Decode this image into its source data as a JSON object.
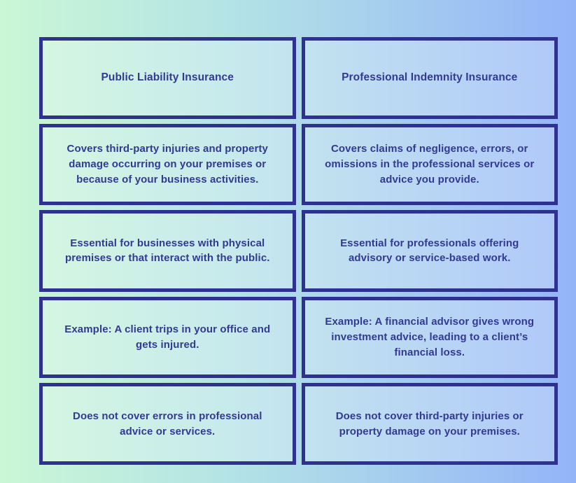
{
  "page": {
    "background_gradient": [
      "#caf7d5",
      "#94b4f8"
    ],
    "colors": {
      "border": "#2f3191",
      "text": "#323a92",
      "cell_fill": "rgba(255,255,255,0.25)"
    }
  },
  "comparison": {
    "columns": [
      {
        "header": "Public Liability Insurance",
        "rows": [
          "Covers third-party injuries and property damage occurring on your premises or because of your business activities.",
          "Essential for businesses with physical premises or that interact with the public.",
          "Example: A client trips in your office and gets injured.",
          "Does not cover errors in professional advice or services."
        ]
      },
      {
        "header": "Professional Indemnity Insurance",
        "rows": [
          "Covers claims of negligence, errors, or omissions in the professional services or advice you provide.",
          "Essential for professionals offering advisory or service-based work.",
          "Example: A financial advisor gives wrong investment advice, leading to a client’s financial loss.",
          "Does not cover third-party injuries or property damage on your premises."
        ]
      }
    ]
  }
}
